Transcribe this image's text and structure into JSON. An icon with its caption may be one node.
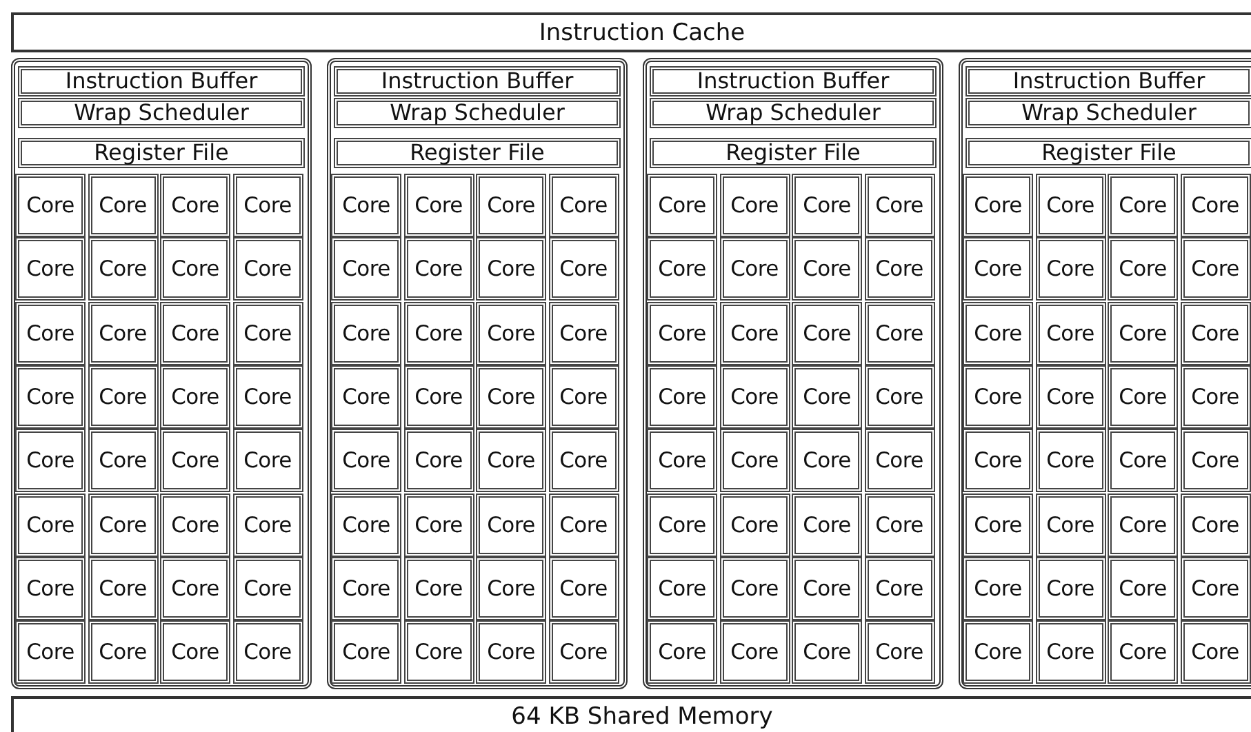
{
  "diagram": {
    "nodes": [
      {
        "text": [
          "Instruction Cache"
        ]
      },
      {
        "text": [],
        "shape": "box"
      },
      {
        "text": [
          "Instruction Buffer"
        ],
        "in": 1
      },
      {
        "text": [
          "Wrap Scheduler"
        ],
        "in": 1
      },
      {
        "text": [
          "Register File"
        ],
        "in": 1
      },
      {
        "text": [
          "Core"
        ],
        "in": 1
      },
      {
        "text": [
          "Core"
        ],
        "in": 1
      },
      {
        "text": [
          "Core"
        ],
        "in": 1
      },
      {
        "text": [
          "Core"
        ],
        "in": 1
      },
      {
        "text": [
          "Core"
        ],
        "in": 1
      },
      {
        "text": [
          "Core"
        ],
        "in": 1
      },
      {
        "text": [
          "Core"
        ],
        "in": 1
      },
      {
        "text": [
          "Core"
        ],
        "in": 1
      },
      {
        "text": [
          "Core"
        ],
        "in": 1
      },
      {
        "text": [
          "Core"
        ],
        "in": 1
      },
      {
        "text": [
          "Core"
        ],
        "in": 1
      },
      {
        "text": [
          "Core"
        ],
        "in": 1
      },
      {
        "text": [
          "Core"
        ],
        "in": 1
      },
      {
        "text": [
          "Core"
        ],
        "in": 1
      },
      {
        "text": [
          "Core"
        ],
        "in": 1
      },
      {
        "text": [
          "Core"
        ],
        "in": 1
      },
      {
        "text": [
          "Core"
        ],
        "in": 1
      },
      {
        "text": [
          "Core"
        ],
        "in": 1
      },
      {
        "text": [
          "Core"
        ],
        "in": 1
      },
      {
        "text": [
          "Core"
        ],
        "in": 1
      },
      {
        "text": [
          "Core"
        ],
        "in": 1
      },
      {
        "text": [
          "Core"
        ],
        "in": 1
      },
      {
        "text": [
          "Core"
        ],
        "in": 1
      },
      {
        "text": [
          "Core"
        ],
        "in": 1
      },
      {
        "text": [
          "Core"
        ],
        "in": 1
      },
      {
        "text": [
          "Core"
        ],
        "in": 1
      },
      {
        "text": [
          "Core"
        ],
        "in": 1
      },
      {
        "text": [
          "Core"
        ],
        "in": 1
      },
      {
        "text": [
          "Core"
        ],
        "in": 1
      },
      {
        "text": [
          "Core"
        ],
        "in": 1
      },
      {
        "text": [
          "Core"
        ],
        "in": 1
      },
      {
        "text": [
          "Core"
        ],
        "in": 1
      },
      {
        "text": [],
        "shape": "box"
      },
      {
        "text": [
          "Instruction Buffer"
        ],
        "in": 37
      },
      {
        "text": [
          "Wrap Scheduler"
        ],
        "in": 37
      },
      {
        "text": [
          "Register File"
        ],
        "in": 37
      },
      {
        "text": [
          "Core"
        ],
        "in": 37
      },
      {
        "text": [
          "Core"
        ],
        "in": 37
      },
      {
        "text": [
          "Core"
        ],
        "in": 37
      },
      {
        "text": [
          "Core"
        ],
        "in": 37
      },
      {
        "text": [
          "Core"
        ],
        "in": 37
      },
      {
        "text": [
          "Core"
        ],
        "in": 37
      },
      {
        "text": [
          "Core"
        ],
        "in": 37
      },
      {
        "text": [
          "Core"
        ],
        "in": 37
      },
      {
        "text": [
          "Core"
        ],
        "in": 37
      },
      {
        "text": [
          "Core"
        ],
        "in": 37
      },
      {
        "text": [
          "Core"
        ],
        "in": 37
      },
      {
        "text": [
          "Core"
        ],
        "in": 37
      },
      {
        "text": [
          "Core"
        ],
        "in": 37
      },
      {
        "text": [
          "Core"
        ],
        "in": 37
      },
      {
        "text": [
          "Core"
        ],
        "in": 37
      },
      {
        "text": [
          "Core"
        ],
        "in": 37
      },
      {
        "text": [
          "Core"
        ],
        "in": 37
      },
      {
        "text": [
          "Core"
        ],
        "in": 37
      },
      {
        "text": [
          "Core"
        ],
        "in": 37
      },
      {
        "text": [
          "Core"
        ],
        "in": 37
      },
      {
        "text": [
          "Core"
        ],
        "in": 37
      },
      {
        "text": [
          "Core"
        ],
        "in": 37
      },
      {
        "text": [
          "Core"
        ],
        "in": 37
      },
      {
        "text": [
          "Core"
        ],
        "in": 37
      },
      {
        "text": [
          "Core"
        ],
        "in": 37
      },
      {
        "text": [
          "Core"
        ],
        "in": 37
      },
      {
        "text": [
          "Core"
        ],
        "in": 37
      },
      {
        "text": [
          "Core"
        ],
        "in": 37
      },
      {
        "text": [
          "Core"
        ],
        "in": 37
      },
      {
        "text": [
          "Core"
        ],
        "in": 37
      },
      {
        "text": [
          "Core"
        ],
        "in": 37
      },
      {
        "text": [
          "Core"
        ],
        "in": 37
      },
      {
        "text": [],
        "shape": "box"
      },
      {
        "text": [
          "Instruction Buffer"
        ],
        "in": 73
      },
      {
        "text": [
          "Wrap Scheduler"
        ],
        "in": 73
      },
      {
        "text": [
          "Register File"
        ],
        "in": 73
      },
      {
        "text": [
          "Core"
        ],
        "in": 73
      },
      {
        "text": [
          "Core"
        ],
        "in": 73
      },
      {
        "text": [
          "Core"
        ],
        "in": 73
      },
      {
        "text": [
          "Core"
        ],
        "in": 73
      },
      {
        "text": [
          "Core"
        ],
        "in": 73
      },
      {
        "text": [
          "Core"
        ],
        "in": 73
      },
      {
        "text": [
          "Core"
        ],
        "in": 73
      },
      {
        "text": [
          "Core"
        ],
        "in": 73
      },
      {
        "text": [
          "Core"
        ],
        "in": 73
      },
      {
        "text": [
          "Core"
        ],
        "in": 73
      },
      {
        "text": [
          "Core"
        ],
        "in": 73
      },
      {
        "text": [
          "Core"
        ],
        "in": 73
      },
      {
        "text": [
          "Core"
        ],
        "in": 73
      },
      {
        "text": [
          "Core"
        ],
        "in": 73
      },
      {
        "text": [
          "Core"
        ],
        "in": 73
      },
      {
        "text": [
          "Core"
        ],
        "in": 73
      },
      {
        "text": [
          "Core"
        ],
        "in": 73
      },
      {
        "text": [
          "Core"
        ],
        "in": 73
      },
      {
        "text": [
          "Core"
        ],
        "in": 73
      },
      {
        "text": [
          "Core"
        ],
        "in": 73
      },
      {
        "text": [
          "Core"
        ],
        "in": 73
      },
      {
        "text": [
          "Core"
        ],
        "in": 73
      },
      {
        "text": [
          "Core"
        ],
        "in": 73
      },
      {
        "text": [
          "Core"
        ],
        "in": 73
      },
      {
        "text": [
          "Core"
        ],
        "in": 73
      },
      {
        "text": [
          "Core"
        ],
        "in": 73
      },
      {
        "text": [
          "Core"
        ],
        "in": 73
      },
      {
        "text": [
          "Core"
        ],
        "in": 73
      },
      {
        "text": [
          "Core"
        ],
        "in": 73
      },
      {
        "text": [
          "Core"
        ],
        "in": 73
      },
      {
        "text": [
          "Core"
        ],
        "in": 73
      },
      {
        "text": [
          "Core"
        ],
        "in": 73
      },
      {
        "text": [],
        "shape": "box"
      },
      {
        "text": [
          "Instruction Buffer"
        ],
        "in": 109
      },
      {
        "text": [
          "Wrap Scheduler"
        ],
        "in": 109
      },
      {
        "text": [
          "Register File"
        ],
        "in": 109
      },
      {
        "text": [
          "Core"
        ],
        "in": 109
      },
      {
        "text": [
          "Core"
        ],
        "in": 109
      },
      {
        "text": [
          "Core"
        ],
        "in": 109
      },
      {
        "text": [
          "Core"
        ],
        "in": 109
      },
      {
        "text": [
          "Core"
        ],
        "in": 109
      },
      {
        "text": [
          "Core"
        ],
        "in": 109
      },
      {
        "text": [
          "Core"
        ],
        "in": 109
      },
      {
        "text": [
          "Core"
        ],
        "in": 109
      },
      {
        "text": [
          "Core"
        ],
        "in": 109
      },
      {
        "text": [
          "Core"
        ],
        "in": 109
      },
      {
        "text": [
          "Core"
        ],
        "in": 109
      },
      {
        "text": [
          "Core"
        ],
        "in": 109
      },
      {
        "text": [
          "Core"
        ],
        "in": 109
      },
      {
        "text": [
          "Core"
        ],
        "in": 109
      },
      {
        "text": [
          "Core"
        ],
        "in": 109
      },
      {
        "text": [
          "Core"
        ],
        "in": 109
      },
      {
        "text": [
          "Core"
        ],
        "in": 109
      },
      {
        "text": [
          "Core"
        ],
        "in": 109
      },
      {
        "text": [
          "Core"
        ],
        "in": 109
      },
      {
        "text": [
          "Core"
        ],
        "in": 109
      },
      {
        "text": [
          "Core"
        ],
        "in": 109
      },
      {
        "text": [
          "Core"
        ],
        "in": 109
      },
      {
        "text": [
          "Core"
        ],
        "in": 109
      },
      {
        "text": [
          "Core"
        ],
        "in": 109
      },
      {
        "text": [
          "Core"
        ],
        "in": 109
      },
      {
        "text": [
          "Core"
        ],
        "in": 109
      },
      {
        "text": [
          "Core"
        ],
        "in": 109
      },
      {
        "text": [
          "Core"
        ],
        "in": 109
      },
      {
        "text": [
          "Core"
        ],
        "in": 109
      },
      {
        "text": [
          "Core"
        ],
        "in": 109
      },
      {
        "text": [
          "Core"
        ],
        "in": 109
      },
      {
        "text": [
          "Core"
        ],
        "in": 109
      },
      {
        "text": [
          "64 KB Shared Memory"
        ]
      }
    ]
  }
}
